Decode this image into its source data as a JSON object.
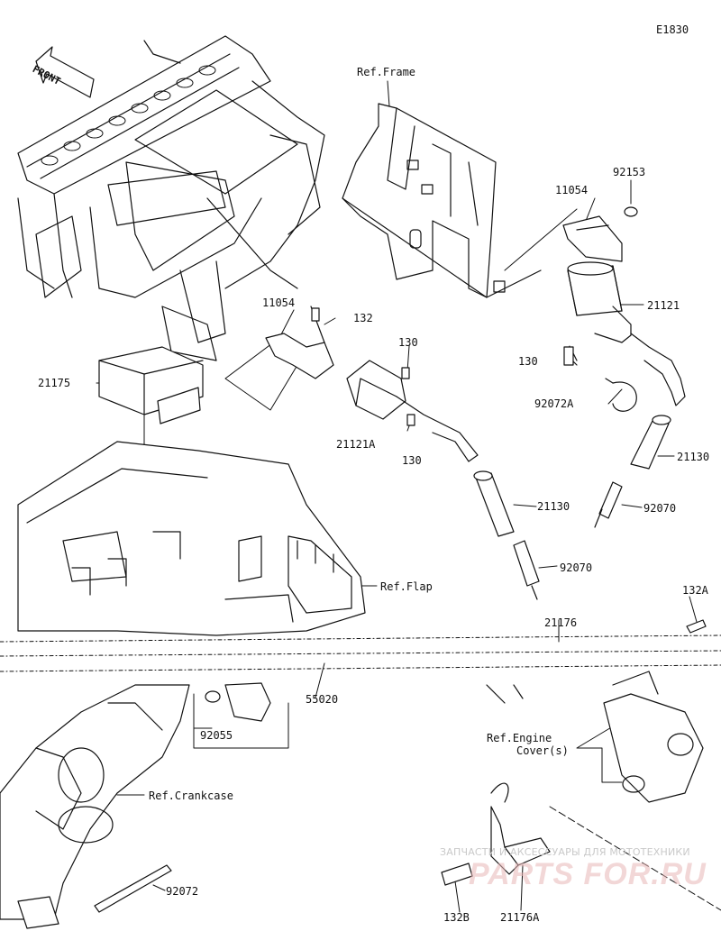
{
  "diagram_code": "E1830",
  "front_label": "FRONT",
  "references": {
    "frame": "Ref.Frame",
    "flap": "Ref.Flap",
    "engine_cover_line1": "Ref.Engine",
    "engine_cover_line2": "Cover(s)",
    "crankcase": "Ref.Crankcase"
  },
  "parts": [
    {
      "id": "p-92153",
      "number": "92153"
    },
    {
      "id": "p-11054-right",
      "number": "11054"
    },
    {
      "id": "p-21121",
      "number": "21121"
    },
    {
      "id": "p-130-right",
      "number": "130"
    },
    {
      "id": "p-92072A",
      "number": "92072A"
    },
    {
      "id": "p-21130-right",
      "number": "21130"
    },
    {
      "id": "p-92070-right",
      "number": "92070"
    },
    {
      "id": "p-11054-left",
      "number": "11054"
    },
    {
      "id": "p-132",
      "number": "132"
    },
    {
      "id": "p-130-upper",
      "number": "130"
    },
    {
      "id": "p-21175",
      "number": "21175"
    },
    {
      "id": "p-21121A",
      "number": "21121A"
    },
    {
      "id": "p-130-lower",
      "number": "130"
    },
    {
      "id": "p-21130-left",
      "number": "21130"
    },
    {
      "id": "p-92070-left",
      "number": "92070"
    },
    {
      "id": "p-132A",
      "number": "132A"
    },
    {
      "id": "p-21176",
      "number": "21176"
    },
    {
      "id": "p-55020",
      "number": "55020"
    },
    {
      "id": "p-92055",
      "number": "92055"
    },
    {
      "id": "p-92072",
      "number": "92072"
    },
    {
      "id": "p-132B",
      "number": "132B"
    },
    {
      "id": "p-21176A",
      "number": "21176A"
    }
  ],
  "watermark": {
    "line1": "ЗАПЧАСТИ И АКСЕССУАРЫ ДЛЯ МОТОТЕХНИКИ",
    "line2": "PARTS FOR.RU"
  }
}
